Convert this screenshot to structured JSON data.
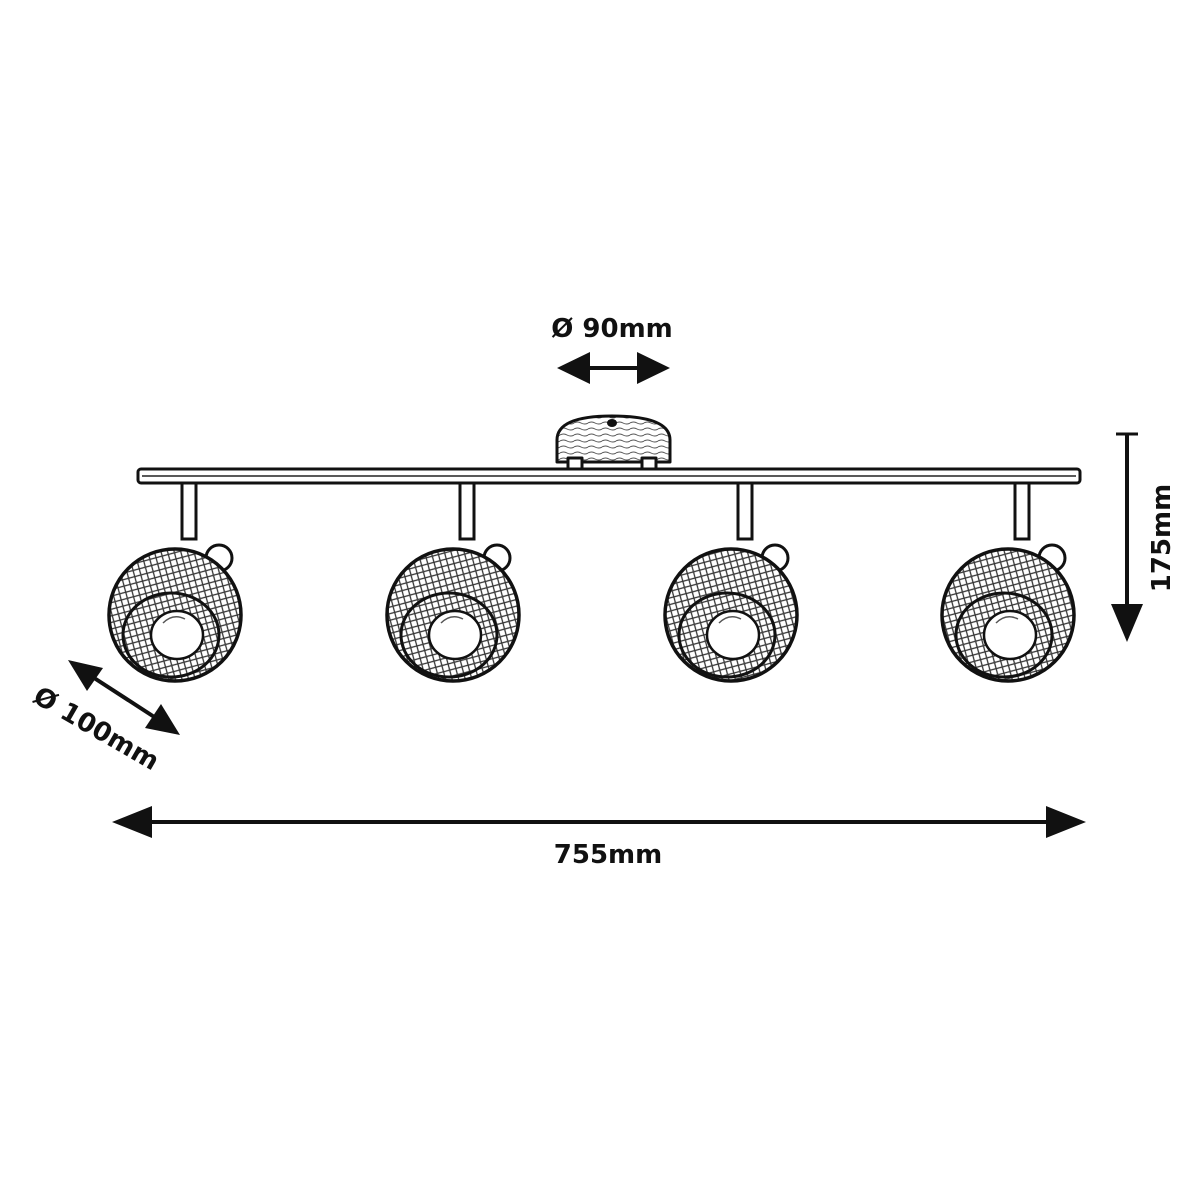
{
  "dimensions": {
    "canopy_diameter": "Ø 90mm",
    "height": "175mm",
    "shade_diameter": "Ø 100mm",
    "total_length": "755mm"
  },
  "fixture": {
    "spotlight_count": 4
  },
  "colors": {
    "line": "#111111",
    "background": "#ffffff"
  }
}
